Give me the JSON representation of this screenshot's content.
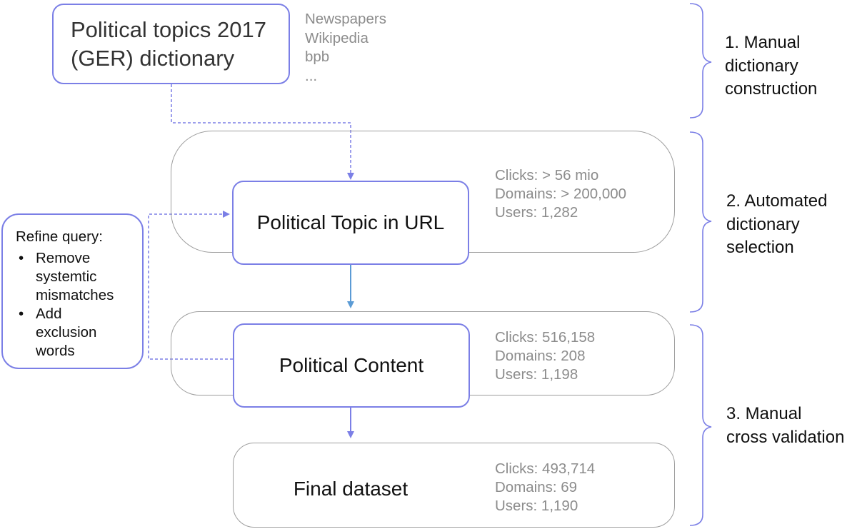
{
  "dictionary": {
    "title_line1": "Political topics 2017",
    "title_line2": "(GER) dictionary",
    "sources": [
      "Newspapers",
      "Wikipedia",
      "bpb",
      "..."
    ]
  },
  "phases": [
    {
      "lines": [
        "1. Manual",
        "dictionary",
        "construction"
      ]
    },
    {
      "lines": [
        "2. Automated",
        "dictionary",
        "selection"
      ]
    },
    {
      "lines": [
        "3. Manual",
        "cross validation"
      ]
    }
  ],
  "stages": [
    {
      "label": "Political Topic in URL",
      "stats": [
        "Clicks: > 56 mio",
        "Domains: > 200,000",
        "Users: 1,282"
      ]
    },
    {
      "label": "Political Content",
      "stats": [
        "Clicks: 516,158",
        "Domains: 208",
        "Users: 1,198"
      ]
    },
    {
      "label": "Final dataset",
      "stats": [
        "Clicks: 493,714",
        "Domains: 69",
        "Users: 1,190"
      ]
    }
  ],
  "refine": {
    "title": "Refine query:",
    "items": [
      {
        "lines": [
          "Remove",
          "systemtic",
          "mismatches"
        ]
      },
      {
        "lines": [
          "Add",
          "exclusion",
          "words"
        ]
      }
    ]
  },
  "colors": {
    "accent_blue": "#7b7fe6",
    "arrow_teal": "#5b9bd5",
    "outline_gray": "#9e9e9e",
    "stat_text_gray": "#8c8c8c"
  }
}
